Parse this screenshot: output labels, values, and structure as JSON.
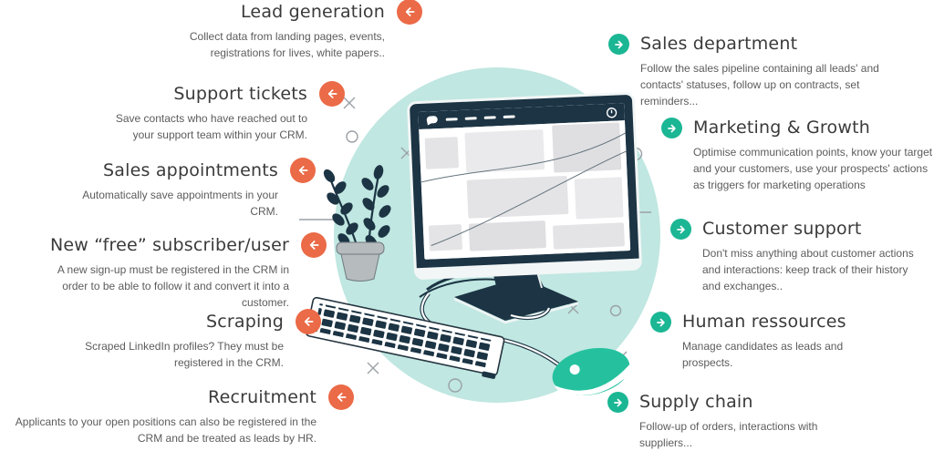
{
  "colors": {
    "accent_orange": "#EB6A47",
    "accent_teal": "#1BB694",
    "circle_background": "#C0E7E1",
    "illustration_navy": "#1C3444",
    "mouse_teal": "#25C19E"
  },
  "left_items": [
    {
      "title": "Lead generation",
      "description": "Collect data from landing pages, events, registrations for lives, white papers.."
    },
    {
      "title": "Support tickets",
      "description": "Save contacts who have reached out to your support team within your CRM."
    },
    {
      "title": "Sales appointments",
      "description": "Automatically save appointments in your CRM."
    },
    {
      "title": "New “free” subscriber/user",
      "description": "A new sign-up must be registered in the CRM in order to be able to follow it and convert it into a customer."
    },
    {
      "title": "Scraping",
      "description": "Scraped LinkedIn profiles? They must be registered in the CRM."
    },
    {
      "title": "Recruitment",
      "description": "Applicants to your open positions can also be registered in the CRM and be treated as leads by HR."
    }
  ],
  "right_items": [
    {
      "title": "Sales department",
      "description": "Follow the sales pipeline containing all leads' and contacts' statuses, follow up on contracts, set reminders..."
    },
    {
      "title": "Marketing & Growth",
      "description": "Optimise communication points, know your target and your customers, use your prospects' actions as triggers for marketing operations"
    },
    {
      "title": "Customer support",
      "description": "Don't miss anything about customer actions and interactions: keep track of their history and exchanges.."
    },
    {
      "title": "Human ressources",
      "description": "Manage candidates as leads and prospects."
    },
    {
      "title": "Supply chain",
      "description": "Follow-up of orders, interactions with suppliers..."
    }
  ]
}
